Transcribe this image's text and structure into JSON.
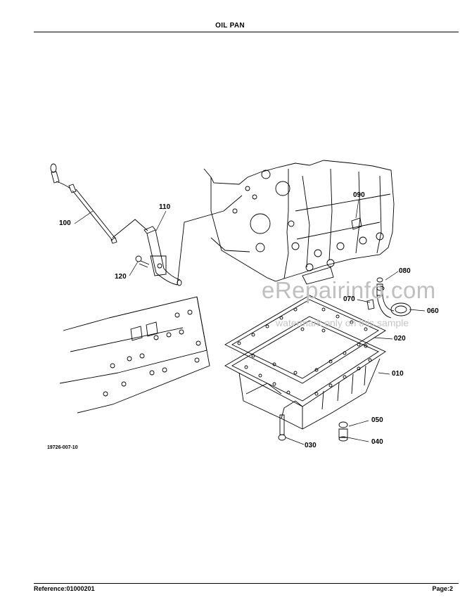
{
  "header": {
    "title": "OIL PAN"
  },
  "figure": {
    "ref": "19726-007-10",
    "callouts": {
      "p010": "010",
      "p020": "020",
      "p030": "030",
      "p040": "040",
      "p050": "050",
      "p060": "060",
      "p070": "070",
      "p080": "080",
      "p090": "090",
      "p100": "100",
      "p110": "110",
      "p120": "120"
    },
    "watermark": "eRepairinfo.com",
    "watermark_sub": "watermark only on this sample"
  },
  "footer": {
    "reference": "Reference:01000201",
    "page": "Page:2"
  }
}
